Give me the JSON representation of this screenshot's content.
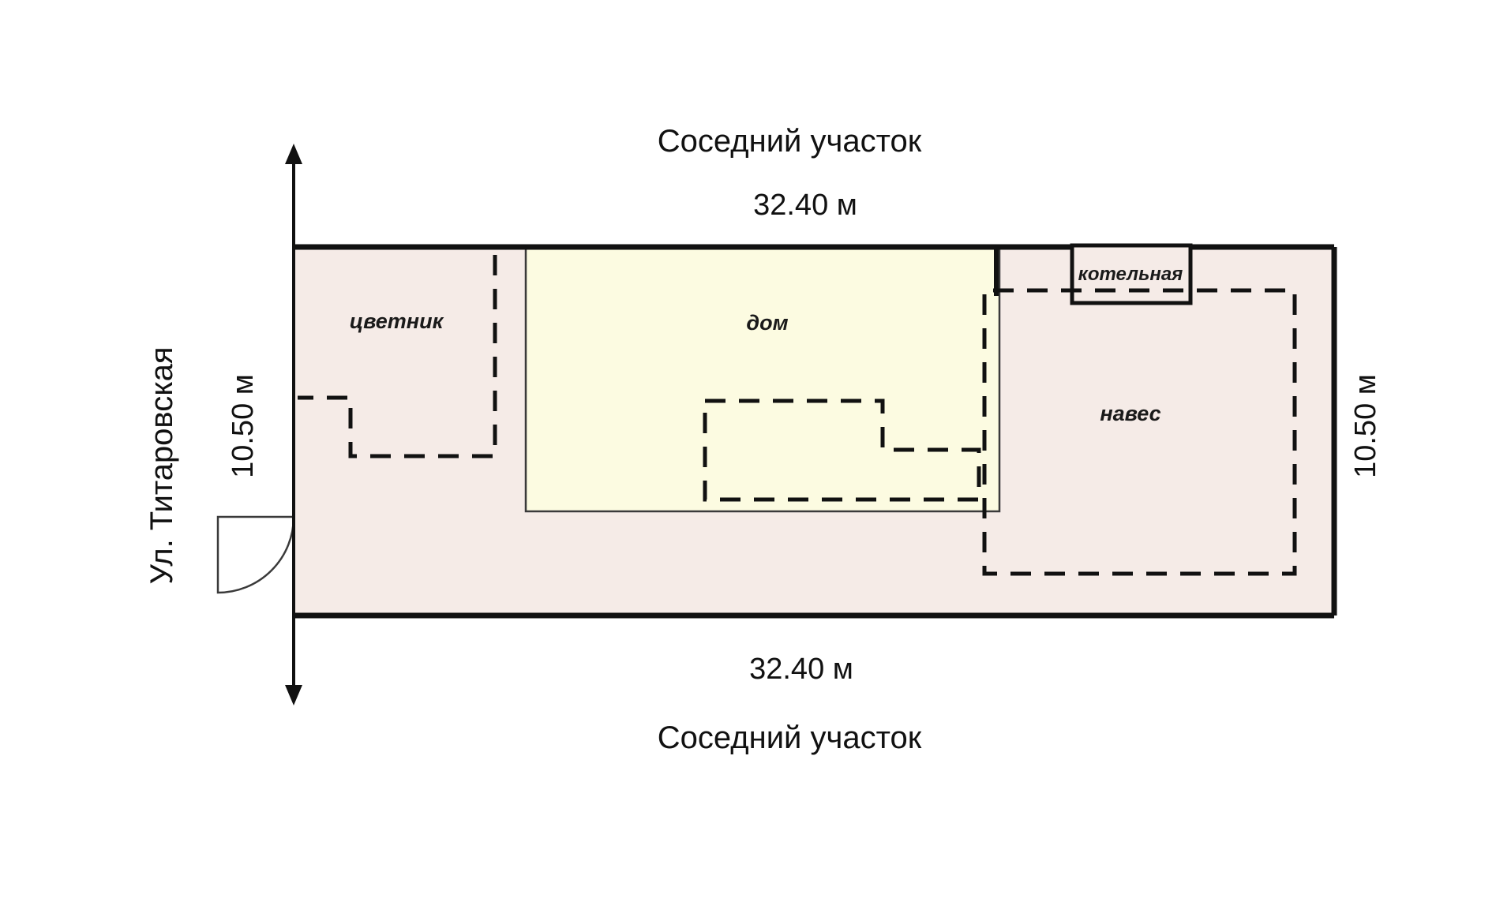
{
  "plan": {
    "title_top": "Соседний участок",
    "title_bottom": "Соседний участок",
    "dim_top": "32.40 м",
    "dim_bottom": "32.40 м",
    "dim_left": "10.50 м",
    "dim_right": "10.50 м",
    "street_label": "Ул. Титаровская"
  },
  "zones": {
    "flowerbed": "цветник",
    "house": "дом",
    "boiler": "котельная",
    "carport": "навес"
  },
  "colors": {
    "plot_fill": "#f5ebe7",
    "house_fill": "#fcfbe1",
    "outline": "#111111",
    "thin_line": "#3a3a3a",
    "background": "#ffffff"
  },
  "dimensions": {
    "plot_width_m": "32.40",
    "plot_depth_m": "10.50"
  }
}
